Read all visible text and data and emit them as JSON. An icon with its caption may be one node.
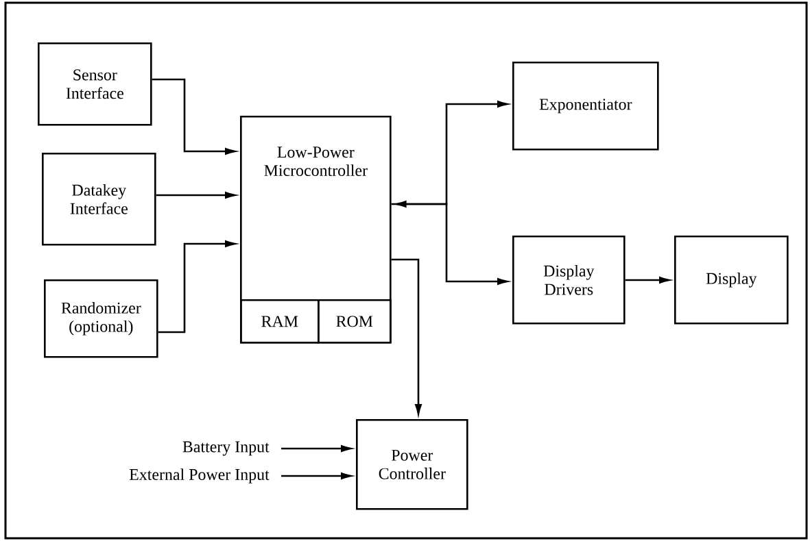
{
  "diagram": {
    "nodes": [
      {
        "text": [
          "Sensor Interface"
        ]
      },
      {
        "text": [
          "Datakey Interface"
        ]
      },
      {
        "text": [
          "Randomizer (optional)"
        ]
      },
      {
        "text": [
          "Low-Power Microcontroller"
        ]
      },
      {
        "text": [
          "RAM"
        ],
        "in": 3
      },
      {
        "text": [
          "ROM"
        ],
        "in": 3
      },
      {
        "text": [
          "Exponentiator"
        ]
      },
      {
        "text": [
          "Display Drivers"
        ]
      },
      {
        "text": [
          "Display"
        ]
      },
      {
        "text": [
          "Power Controller"
        ]
      },
      {
        "text": [
          "Battery Input"
        ]
      },
      {
        "text": [
          "External Power Input"
        ]
      }
    ],
    "edges": [
      {
        "from": 0,
        "to": 3,
        "arrow": "to"
      },
      {
        "from": 1,
        "to": 3,
        "arrow": "to"
      },
      {
        "from": 2,
        "to": 3,
        "arrow": "to"
      },
      {
        "from": 3,
        "to": 6,
        "arrow": "both"
      },
      {
        "from": 3,
        "to": 7,
        "arrow": "to"
      },
      {
        "from": 7,
        "to": 8,
        "arrow": "to"
      },
      {
        "from": 3,
        "to": 9,
        "arrow": "to"
      },
      {
        "from": 10,
        "to": 9,
        "arrow": "to"
      },
      {
        "from": 11,
        "to": 9,
        "arrow": "to"
      }
    ]
  }
}
